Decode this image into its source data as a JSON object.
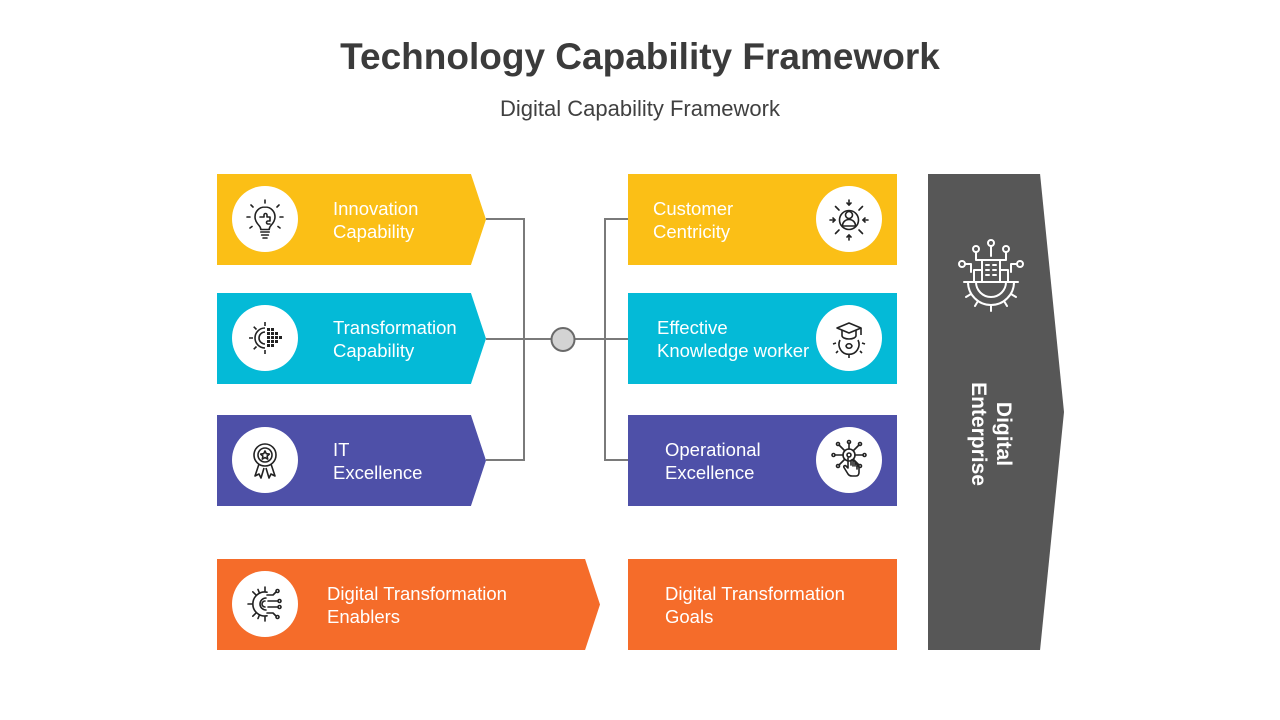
{
  "title": "Technology Capability Framework",
  "subtitle": "Digital Capability Framework",
  "left_boxes": [
    {
      "line1": "Innovation",
      "line2": "Capability",
      "icon": "lightbulb-puzzle-icon",
      "color": "#fbbf16"
    },
    {
      "line1": "Transformation",
      "line2": "Capability",
      "icon": "gear-pixel-icon",
      "color": "#04bad7"
    },
    {
      "line1": "IT",
      "line2": "Excellence",
      "icon": "award-ribbon-icon",
      "color": "#4e50a8"
    }
  ],
  "right_boxes": [
    {
      "line1": "Customer",
      "line2": "Centricity",
      "icon": "customer-focus-icon",
      "color": "#fbbf16"
    },
    {
      "line1": "Effective",
      "line2": "Knowledge worker",
      "icon": "graduation-gear-icon",
      "color": "#04bad7"
    },
    {
      "line1": "Operational",
      "line2": "Excellence",
      "icon": "touch-network-icon",
      "color": "#4e50a8"
    }
  ],
  "enablers": {
    "line1": "Digital Transformation",
    "line2": "Enablers",
    "icon": "gear-circuit-icon",
    "color": "#f56c2a"
  },
  "goals": {
    "line1": "Digital Transformation",
    "line2": "Goals",
    "color": "#f56c2a"
  },
  "digital_enterprise": {
    "line1": "Digital",
    "line2": "Enterprise",
    "icon": "building-gear-circuit-icon",
    "color": "#575757"
  }
}
